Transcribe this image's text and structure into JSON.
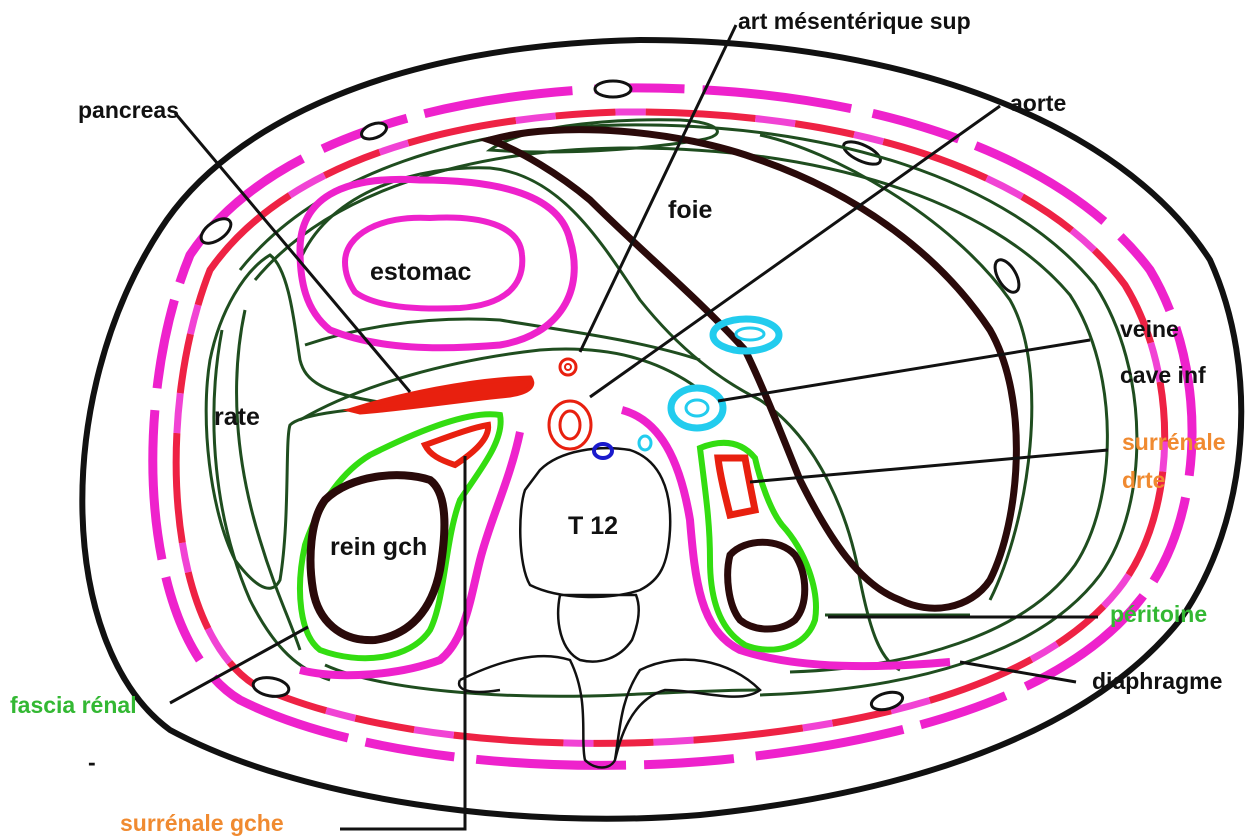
{
  "labels": {
    "art_mesenterique": "art mésentérique sup",
    "pancreas": "pancreas",
    "aorte": "aorte",
    "foie": "foie",
    "estomac": "estomac",
    "veine_line1": "veine",
    "veine_line2": "cave inf",
    "rate": "rate",
    "surrenale_drte_line1": "surrénale",
    "surrenale_drte_line2": "drte",
    "t12": "T 12",
    "rein_gch": "rein gch",
    "peritoine": "péritoine",
    "diaphragme": "diaphragme",
    "fascia_renal": "fascia rénal",
    "dash": "-",
    "surrenale_gche": "surrénale gche"
  },
  "colors": {
    "outline": "#111111",
    "peritoneum_line": "#1f4d1f",
    "muscle": "#ee22cc",
    "muscle_red": "#ee2244",
    "vessel_red": "#e8200f",
    "vein_cyan": "#22ccee",
    "renal_fascia": "#33dd11",
    "kidney": "#2a0a0a",
    "label_black": "#111111",
    "label_green": "#33b833",
    "label_orange": "#f08a30"
  }
}
